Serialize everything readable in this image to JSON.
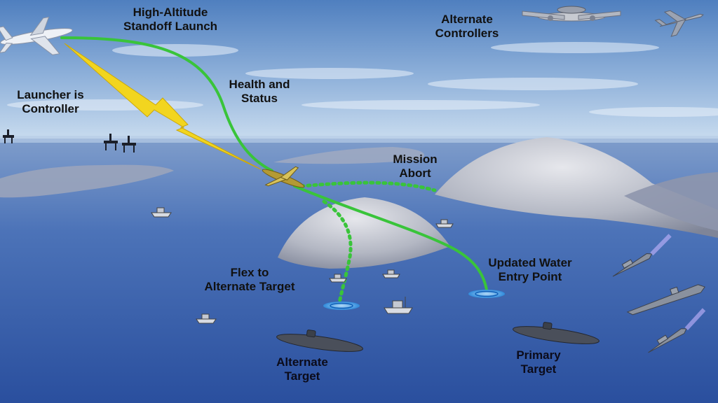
{
  "labels": {
    "high_altitude": [
      "High-Altitude",
      "Standoff Launch"
    ],
    "alternate_controllers": [
      "Alternate",
      "Controllers"
    ],
    "launcher_is_controller": [
      "Launcher is",
      "Controller"
    ],
    "health_status": [
      "Health and",
      "Status"
    ],
    "mission_abort": [
      "Mission",
      "Abort"
    ],
    "flex_to_alternate": [
      "Flex to",
      "Alternate Target"
    ],
    "updated_water_entry": [
      "Updated Water",
      "Entry Point"
    ],
    "alternate_target": [
      "Alternate",
      "Target"
    ],
    "primary_target": [
      "Primary",
      "Target"
    ]
  },
  "colors": {
    "sky_top": "#4f7fbf",
    "sky_horizon": "#c9dcef",
    "sea_far": "#7f9dcb",
    "sea_near": "#2f56a6",
    "island": "#b9bcc7",
    "path_green": "#39c43a",
    "link_yellow": "#f2d51f",
    "label_text": "#111111"
  },
  "icons": {
    "launch_aircraft": "airliner-icon",
    "alternate_controller_1": "awacs-aircraft-icon",
    "alternate_controller_2": "fighter-jet-icon",
    "weapon": "glide-weapon-icon",
    "oil_rigs": "oil-rig-icon",
    "fishing_boats": "fishing-boat-icon",
    "targets": "submarine-icon",
    "friendly_fleet": "warship-icon"
  }
}
